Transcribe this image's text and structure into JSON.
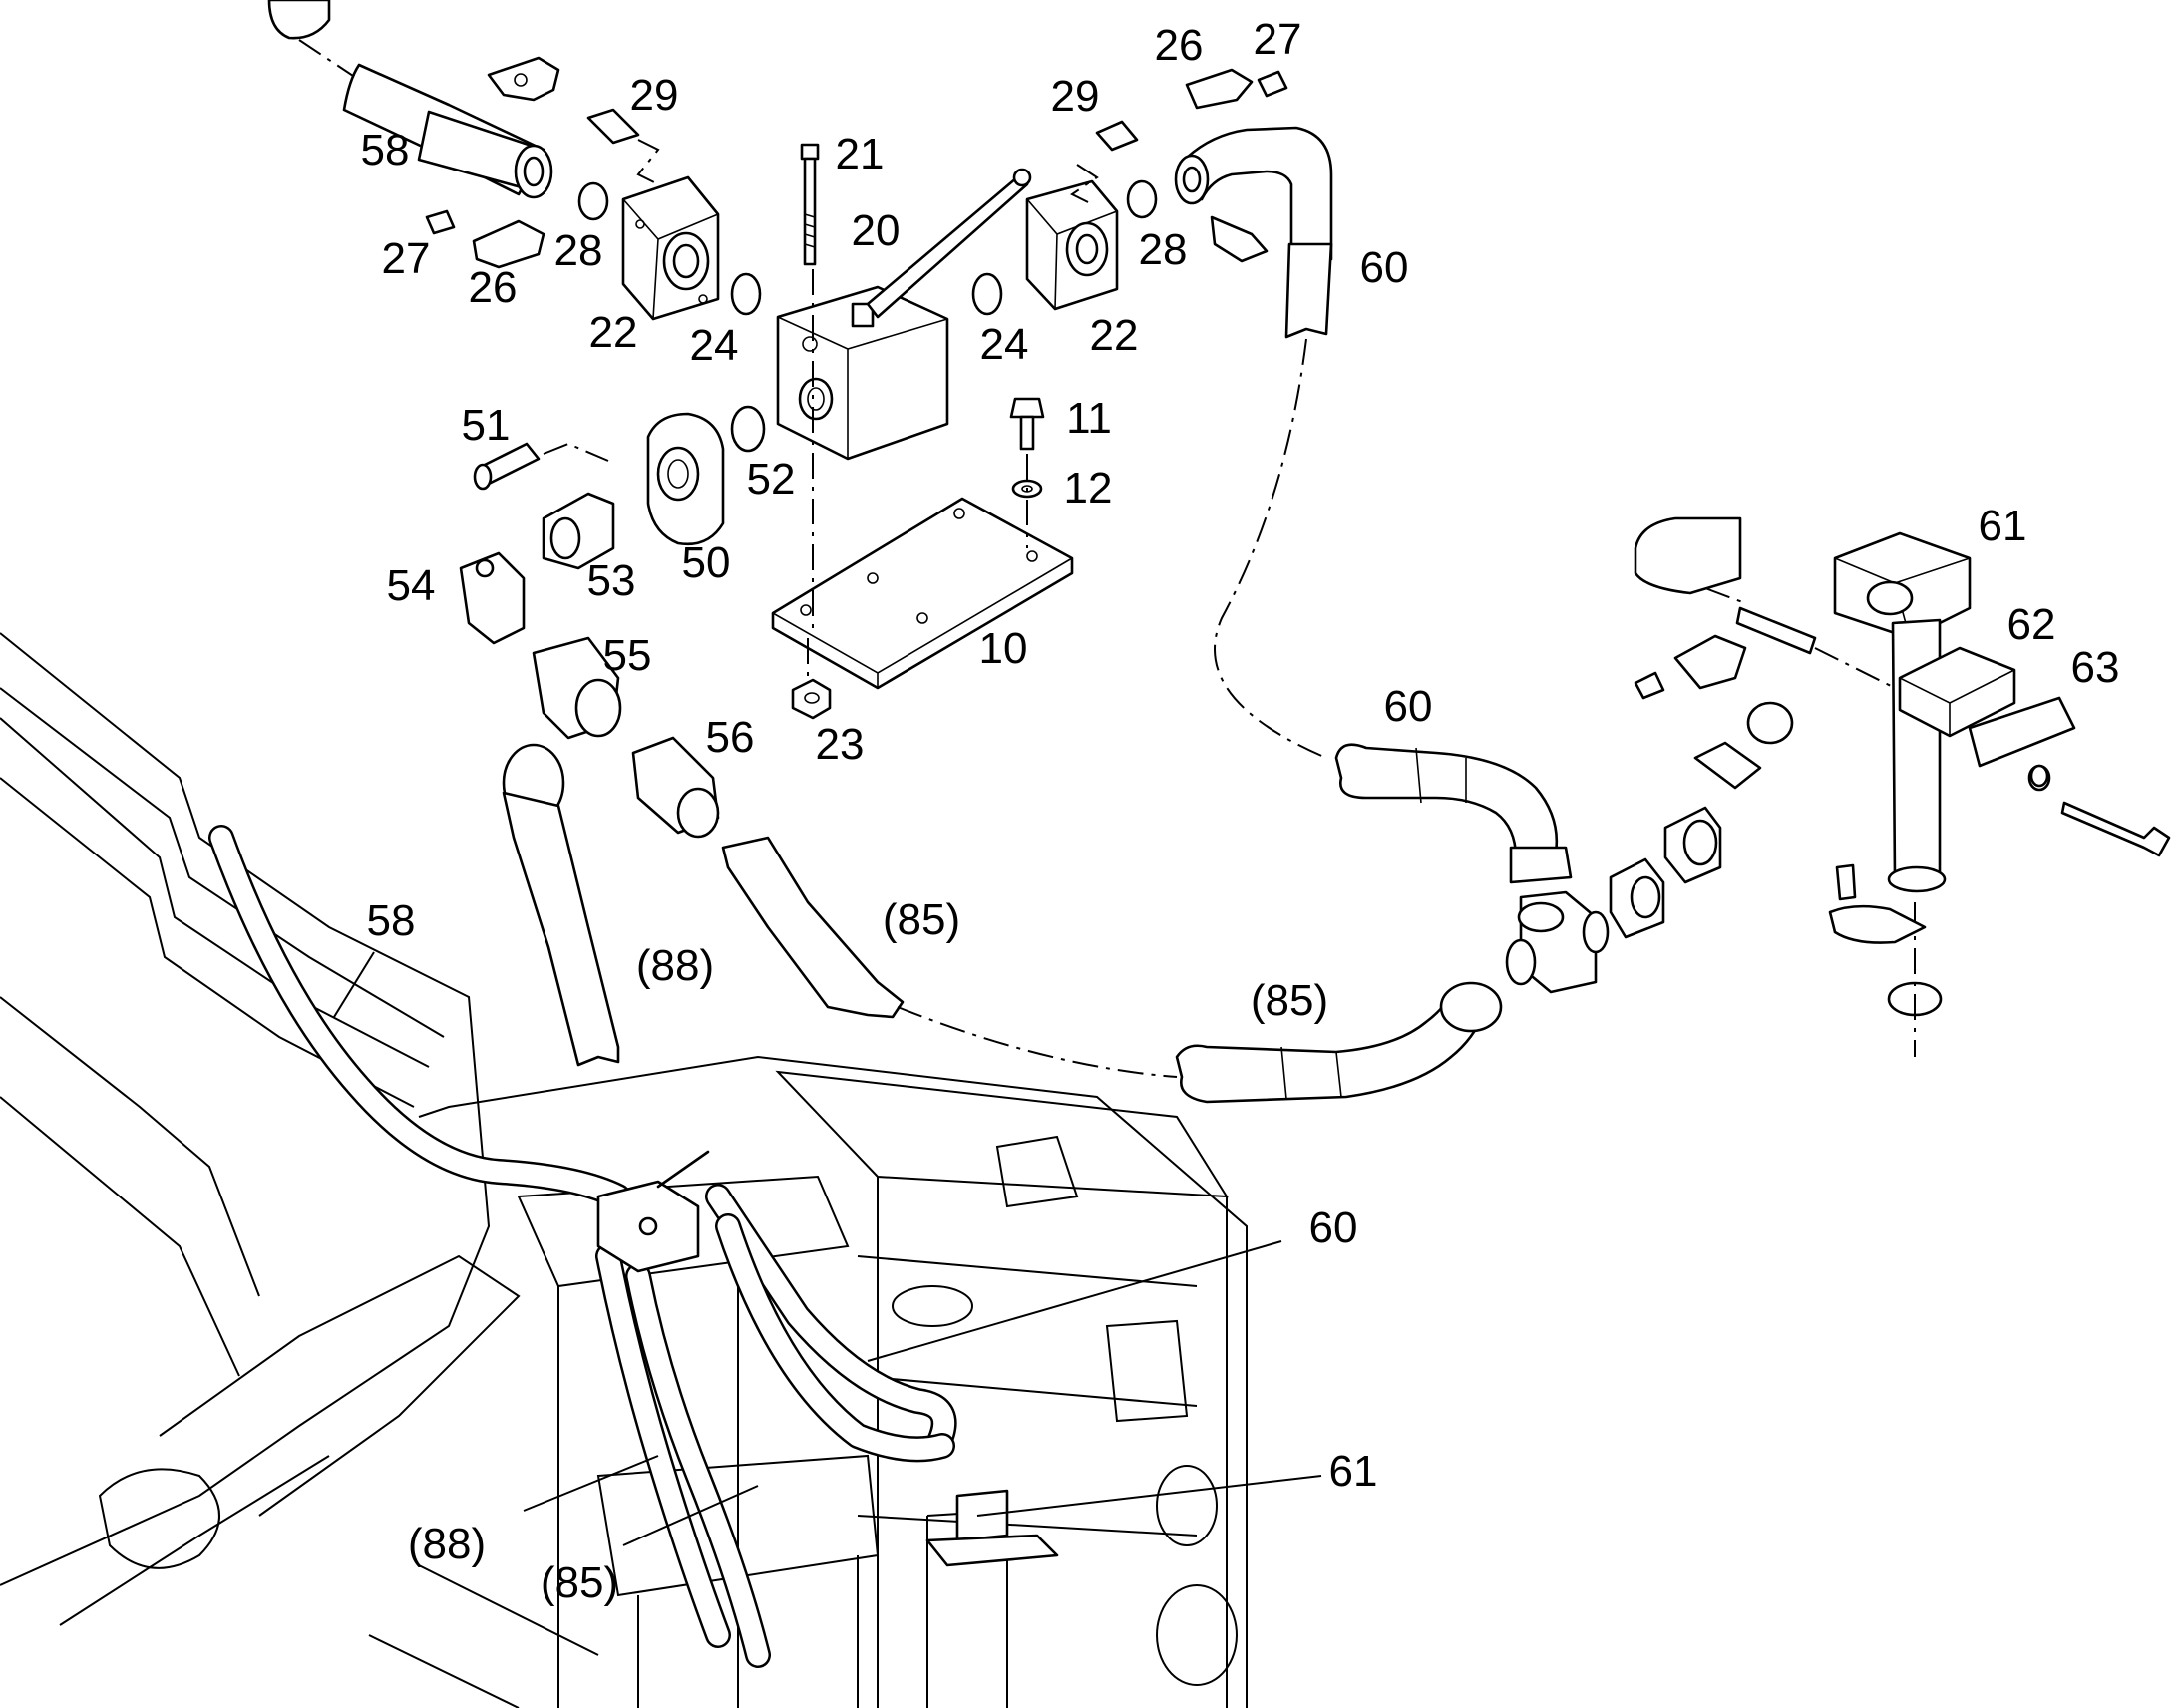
{
  "callouts": [
    {
      "text": "58"
    },
    {
      "text": "29"
    },
    {
      "text": "27"
    },
    {
      "text": "28"
    },
    {
      "text": "26"
    },
    {
      "text": "22"
    },
    {
      "text": "24"
    },
    {
      "text": "21"
    },
    {
      "text": "20"
    },
    {
      "text": "24"
    },
    {
      "text": "22"
    },
    {
      "text": "29"
    },
    {
      "text": "26"
    },
    {
      "text": "27"
    },
    {
      "text": "28"
    },
    {
      "text": "60"
    },
    {
      "text": "51"
    },
    {
      "text": "52"
    },
    {
      "text": "50"
    },
    {
      "text": "53"
    },
    {
      "text": "54"
    },
    {
      "text": "55"
    },
    {
      "text": "56"
    },
    {
      "text": "11"
    },
    {
      "text": "12"
    },
    {
      "text": "10"
    },
    {
      "text": "23"
    },
    {
      "text": "61"
    },
    {
      "text": "62"
    },
    {
      "text": "63"
    },
    {
      "text": "60"
    },
    {
      "text": "58"
    },
    {
      "text": "(88)"
    },
    {
      "text": "(85)"
    },
    {
      "text": "(85)"
    },
    {
      "text": "60"
    },
    {
      "text": "61"
    },
    {
      "text": "(88)"
    },
    {
      "text": "(85)"
    }
  ]
}
